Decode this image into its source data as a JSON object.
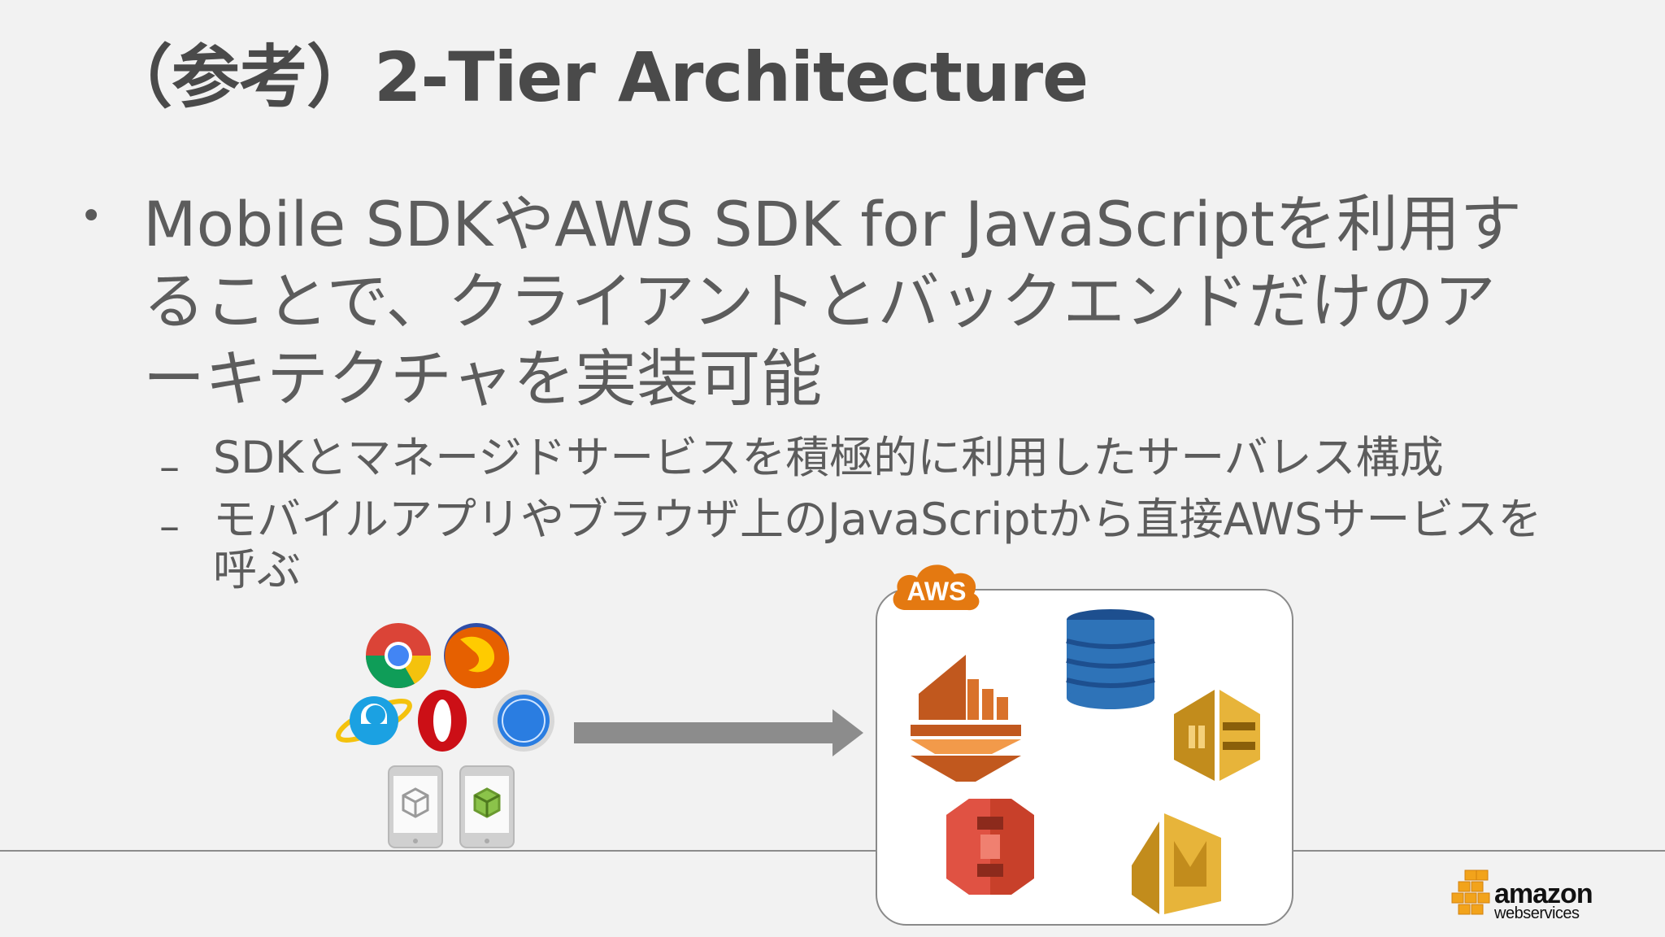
{
  "slide": {
    "title": "（参考）2-Tier Architecture",
    "bullet_symbol": "•",
    "main_point": "Mobile SDKやAWS SDK for JavaScriptを利用することで、クライアントとバックエンドだけのアーキテクチャを実装可能",
    "dash_symbol": "–",
    "sub_points": [
      "SDKとマネージドサービスを積極的に利用したサーバレス構成",
      "モバイルアプリやブラウザ上のJavaScriptから直接AWSサービスを呼ぶ"
    ]
  },
  "diagram": {
    "cloud_badge": "AWS",
    "client_icons": [
      "chrome-icon",
      "firefox-icon",
      "internet-explorer-icon",
      "opera-icon",
      "safari-icon",
      "mobile-phone-icon",
      "mobile-phone-icon"
    ],
    "service_icons": [
      "amazon-kinesis-icon",
      "amazon-dynamodb-icon",
      "amazon-sqs-icon",
      "amazon-s3-icon",
      "amazon-elastic-transcoder-icon"
    ]
  },
  "logo": {
    "amazon": "amazon",
    "webservices": "webservices"
  },
  "colors": {
    "background": "#f2f2f2",
    "text": "#5c5c5c",
    "aws_orange": "#e47911",
    "arrow": "#8c8c8c"
  }
}
